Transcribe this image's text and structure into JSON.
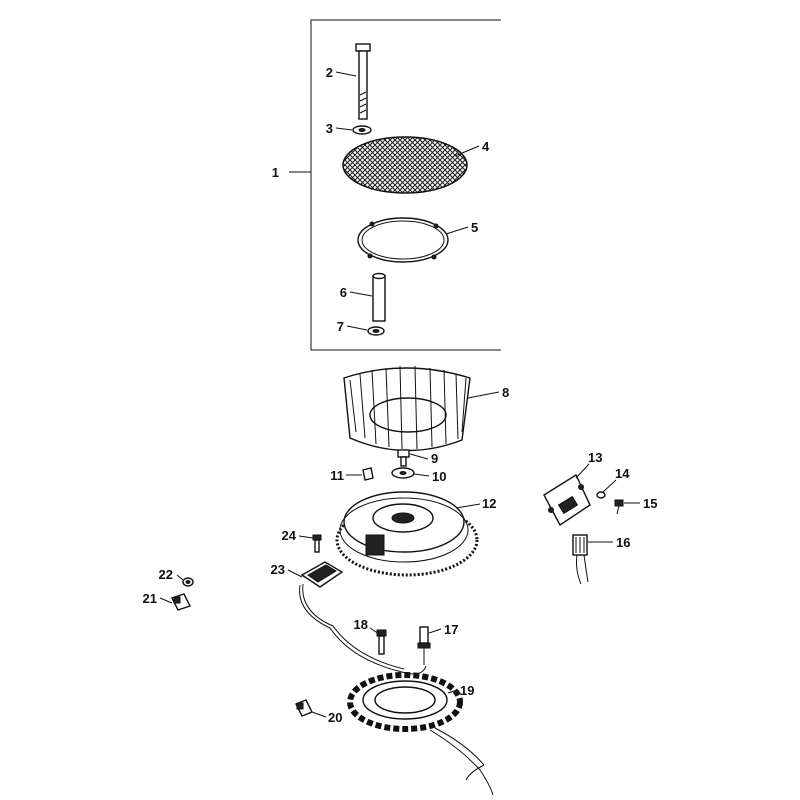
{
  "callouts": [
    {
      "id": "1",
      "text": "1"
    },
    {
      "id": "2",
      "text": "2"
    },
    {
      "id": "3",
      "text": "3"
    },
    {
      "id": "4",
      "text": "4"
    },
    {
      "id": "5",
      "text": "5"
    },
    {
      "id": "6",
      "text": "6"
    },
    {
      "id": "7",
      "text": "7"
    },
    {
      "id": "8",
      "text": "8"
    },
    {
      "id": "9",
      "text": "9"
    },
    {
      "id": "10",
      "text": "10"
    },
    {
      "id": "11",
      "text": "11"
    },
    {
      "id": "12",
      "text": "12"
    },
    {
      "id": "13",
      "text": "13"
    },
    {
      "id": "14",
      "text": "14"
    },
    {
      "id": "15",
      "text": "15"
    },
    {
      "id": "16",
      "text": "16"
    },
    {
      "id": "17",
      "text": "17"
    },
    {
      "id": "18",
      "text": "18"
    },
    {
      "id": "19",
      "text": "19"
    },
    {
      "id": "20",
      "text": "20"
    },
    {
      "id": "21",
      "text": "21"
    },
    {
      "id": "22",
      "text": "22"
    },
    {
      "id": "23",
      "text": "23"
    },
    {
      "id": "24",
      "text": "24"
    }
  ]
}
